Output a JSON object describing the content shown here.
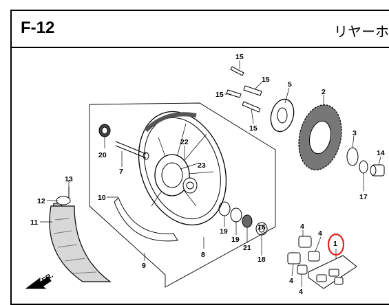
{
  "header": {
    "page_code": "F-12",
    "title": "リヤーホ"
  },
  "direction_label": "FR.",
  "callouts": [
    {
      "id": "c15a",
      "text": "15"
    },
    {
      "id": "c15b",
      "text": "15"
    },
    {
      "id": "c15c",
      "text": "15"
    },
    {
      "id": "c15d",
      "text": "15"
    },
    {
      "id": "c5",
      "text": "5"
    },
    {
      "id": "c2",
      "text": "2"
    },
    {
      "id": "c3",
      "text": "3"
    },
    {
      "id": "c14",
      "text": "14"
    },
    {
      "id": "c17",
      "text": "17"
    },
    {
      "id": "c22",
      "text": "22"
    },
    {
      "id": "c23",
      "text": "23"
    },
    {
      "id": "c20",
      "text": "20"
    },
    {
      "id": "c7",
      "text": "7"
    },
    {
      "id": "c13",
      "text": "13"
    },
    {
      "id": "c12",
      "text": "12"
    },
    {
      "id": "c10",
      "text": "10"
    },
    {
      "id": "c11",
      "text": "11"
    },
    {
      "id": "c19a",
      "text": "19"
    },
    {
      "id": "c19b",
      "text": "19"
    },
    {
      "id": "c21",
      "text": "21"
    },
    {
      "id": "c16",
      "text": "16"
    },
    {
      "id": "c18",
      "text": "18"
    },
    {
      "id": "c8",
      "text": "8"
    },
    {
      "id": "c9",
      "text": "9"
    },
    {
      "id": "c4a",
      "text": "4"
    },
    {
      "id": "c4b",
      "text": "4"
    },
    {
      "id": "c4c",
      "text": "4"
    },
    {
      "id": "c4d",
      "text": "4"
    },
    {
      "id": "c1",
      "text": "1"
    }
  ],
  "highlight": {
    "target": "c1",
    "color": "#e02020"
  }
}
